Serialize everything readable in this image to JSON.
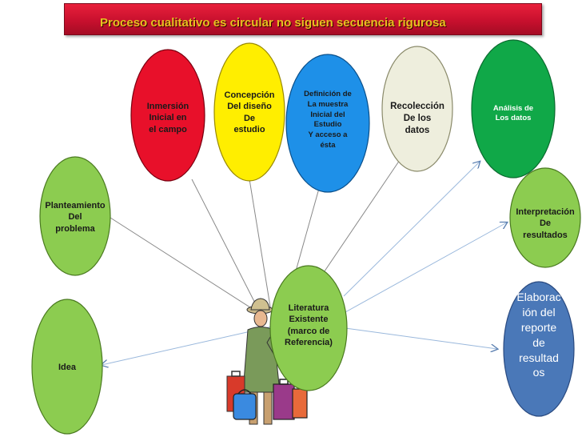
{
  "title": "Proceso cualitativo es circular  no siguen secuencia rigurosa",
  "colors": {
    "banner": "#c8102e",
    "banner_text": "#e8c020",
    "red": "#e8102a",
    "yellow": "#ffee00",
    "blue": "#1e90e8",
    "cream": "#eeeedd",
    "green_dark": "#10a848",
    "green_light": "#8ccc50",
    "slate": "#4a78b8"
  },
  "nodes": {
    "inmersion": [
      "Inmersión",
      "Inicial en",
      "el campo"
    ],
    "concepcion": [
      "Concepción",
      "Del diseño",
      "De",
      "estudio"
    ],
    "definicion": [
      "Definición de",
      "La muestra",
      "Inicial del",
      "Estudio",
      "Y acceso a",
      "ésta"
    ],
    "recoleccion": [
      "Recolección",
      "De los",
      "datos"
    ],
    "analisis": [
      "Análisis de",
      "Los datos"
    ],
    "planteamiento": [
      "Planteamiento",
      "Del",
      "problema"
    ],
    "interpretacion": [
      "Interpretación",
      "De",
      "resultados"
    ],
    "literatura": [
      "Literatura",
      "Existente",
      "(marco de",
      "Referencia)"
    ],
    "idea": [
      "Idea"
    ],
    "elaboracion": [
      "Elaborac",
      "ión del",
      "reporte",
      "de",
      "resultad",
      "os"
    ]
  },
  "figure": {
    "icon": "traveler-with-luggage-icon"
  }
}
